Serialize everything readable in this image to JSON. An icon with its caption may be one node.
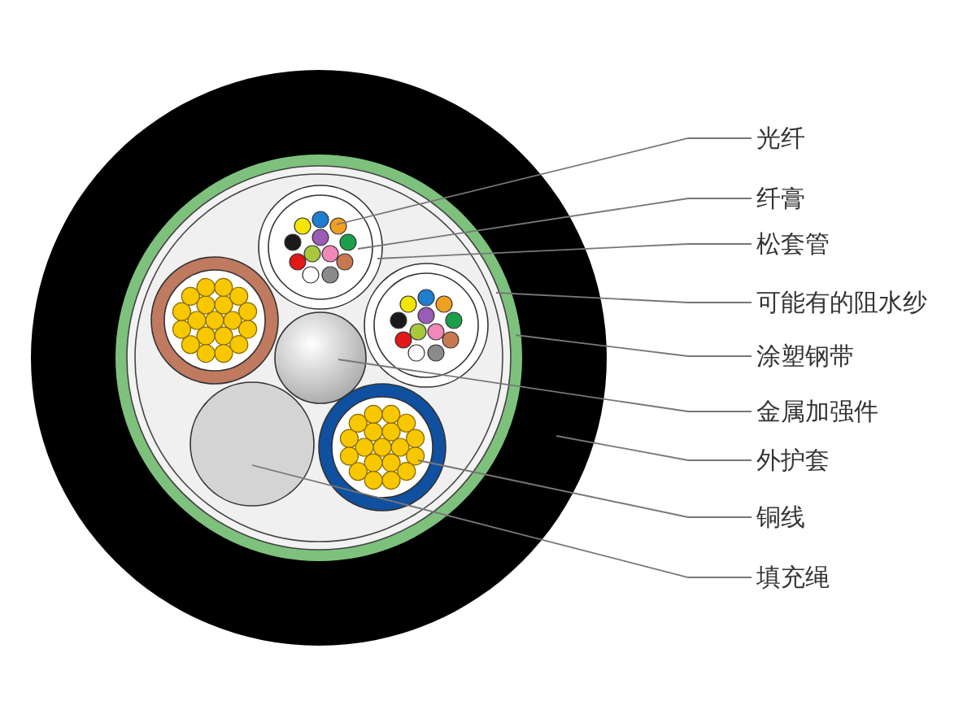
{
  "diagram": {
    "nodes": [
      {
        "text": [
          "光纤"
        ]
      },
      {
        "text": [
          "纤膏"
        ]
      },
      {
        "text": [
          "松套管"
        ]
      },
      {
        "text": [
          "可能有的阻水纱"
        ]
      },
      {
        "text": [
          "涂塑钢带"
        ]
      },
      {
        "text": [
          "金属加强件"
        ]
      },
      {
        "text": [
          "外护套"
        ]
      },
      {
        "text": [
          "铜线"
        ]
      },
      {
        "text": [
          "填充绳"
        ]
      }
    ],
    "edges": [
      {
        "from": 0,
        "to": null,
        "arrow": "none"
      },
      {
        "from": 1,
        "to": null,
        "arrow": "none"
      },
      {
        "from": 2,
        "to": null,
        "arrow": "none"
      },
      {
        "from": 3,
        "to": null,
        "arrow": "none"
      },
      {
        "from": 4,
        "to": null,
        "arrow": "none"
      },
      {
        "from": 5,
        "to": null,
        "arrow": "none"
      },
      {
        "from": 6,
        "to": null,
        "arrow": "none"
      },
      {
        "from": 7,
        "to": null,
        "arrow": "none"
      },
      {
        "from": 8,
        "to": null,
        "arrow": "none"
      }
    ]
  }
}
